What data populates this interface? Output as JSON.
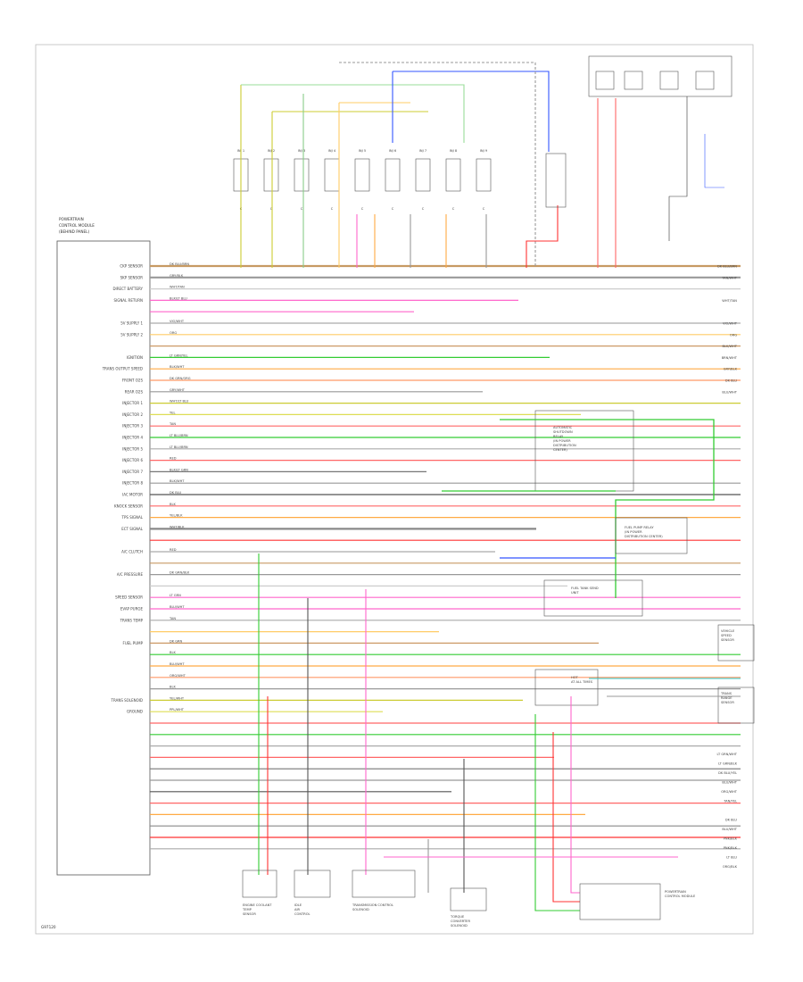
{
  "diagram": {
    "ref_code": "G97120",
    "pcm": {
      "title_lines": [
        "POWERTRAIN",
        "CONTROL MODULE",
        "(BEHIND PANEL)"
      ],
      "left_labels": [
        "CKP SENSOR",
        "SKP SENSOR",
        "DIRECT BATTERY",
        "SIGNAL RETURN",
        "",
        "5V SUPPLY 1",
        "5V SUPPLY 2",
        "",
        "IGNITION",
        "TRANS OUTPUT SPEED",
        "FRONT O2S",
        "REAR O2S",
        "INJECTOR 1",
        "INJECTOR 2",
        "INJECTOR 3",
        "INJECTOR 4",
        "INJECTOR 5",
        "INJECTOR 6",
        "INJECTOR 7",
        "INJECTOR 8",
        "IAC MOTOR",
        "KNOCK SENSOR",
        "TPS SIGNAL",
        "ECT SIGNAL",
        "",
        "A/C CLUTCH",
        "",
        "A/C PRESSURE",
        "",
        "SPEED SENSOR",
        "EVAP PURGE",
        "TRANS TEMP",
        "",
        "FUEL PUMP",
        "",
        "",
        "",
        "",
        "TRANS SOLENOID",
        "GROUND",
        "",
        "",
        "",
        "",
        "",
        "",
        "",
        "",
        "",
        "",
        "",
        ""
      ],
      "pin_codes": [
        "DK BLU/BRN",
        "GRY/BLK",
        "WHT/TAN",
        "BLK/LT BLU",
        "",
        "VIO/WHT",
        "ORG",
        "",
        "LT GRN/YEL",
        "BLK/WHT",
        "DK GRN/ORG",
        "GRY/WHT",
        "WHT/LT BLU",
        "YEL",
        "TAN",
        "LT BLU/BRN",
        "LT BLU/BRN",
        "RED",
        "BLK/LT GRN",
        "BLK/WHT",
        "DK BLU",
        "BLK",
        "YEL/BLK",
        "WHT/BLK",
        "",
        "RED",
        "",
        "DK GRN/BLK",
        "",
        "LT GRN",
        "BLU/WHT",
        "TAN",
        "",
        "DK GRN",
        "BLK",
        "BLU/WHT",
        "ORG/WHT",
        "BLK",
        "YEL/WHT",
        "PPL/WHT",
        "",
        "",
        "",
        "",
        "",
        "",
        "",
        "",
        "",
        "",
        "",
        ""
      ]
    },
    "injectors": [
      {
        "top": "INJ 1",
        "bottom": "C"
      },
      {
        "top": "INJ 2",
        "bottom": "C"
      },
      {
        "top": "INJ 3",
        "bottom": "C"
      },
      {
        "top": "INJ 4",
        "bottom": "C"
      },
      {
        "top": "INJ 5",
        "bottom": "C"
      },
      {
        "top": "INJ 6",
        "bottom": "C"
      },
      {
        "top": "INJ 7",
        "bottom": "C"
      },
      {
        "top": "INJ 8",
        "bottom": "C"
      },
      {
        "top": "INJ 9",
        "bottom": "C"
      }
    ],
    "right_column_labels": [
      "DK BLU/BRN",
      "TAN/WHT",
      "",
      "WHT/TAN",
      "",
      "VIO/WHT",
      "ORG",
      "BLK/WHT",
      "BRN/WHT",
      "GRY/BLK",
      "DK BLU",
      "BLU/WHT"
    ],
    "bottom_right_labels": [
      "LT GRN/WHT",
      "LT GRN/BLK",
      "DK BLU/YEL",
      "BLU/WHT",
      "ORG/WHT",
      "TAN/YEL",
      "",
      "DK BLU",
      "BLU/WHT",
      "PNK/BLK",
      "PNK/BLK",
      "LT BLU",
      "ORG/BLK"
    ],
    "bottom_components": [
      {
        "lines": [
          "ENGINE COOLANT",
          "TEMP",
          "SENSOR"
        ]
      },
      {
        "lines": [
          "IDLE",
          "AIR",
          "CONTROL"
        ]
      },
      {
        "lines": [
          "TRANSMISSION CONTROL",
          "SOLENOID"
        ]
      },
      {
        "lines": [
          "TORQUE",
          "CONVERTER",
          "SOLENOID"
        ]
      },
      {
        "lines": [
          "POWERTRAIN",
          "CONTROL MODULE"
        ]
      }
    ],
    "mid_right_components": [
      {
        "lines": [
          "AUTOMATIC",
          "SHUTDOWN",
          "RELAY",
          "(IN POWER",
          "DISTRIBUTION",
          "CENTER)"
        ]
      },
      {
        "lines": [
          "FUEL PUMP RELAY",
          "(IN POWER",
          "DISTRIBUTION CENTER)"
        ]
      },
      {
        "lines": [
          "FUEL TANK SEND",
          "UNIT"
        ]
      },
      {
        "lines": [
          "VEHICLE",
          "SPEED",
          "SENSOR"
        ]
      },
      {
        "lines": [
          "TRANS",
          "RANGE",
          "SENSOR"
        ]
      },
      {
        "lines": [
          "HOT",
          "AT ALL TIMES"
        ]
      }
    ],
    "colors": {
      "brown": "#c79a63",
      "pink": "#ff66cc",
      "green": "#33cc33",
      "red": "#ff3333",
      "blue": "#3355ff",
      "orange": "#ffaa44",
      "yellow": "#e6e600",
      "gray": "#999999",
      "black": "#222222"
    }
  }
}
